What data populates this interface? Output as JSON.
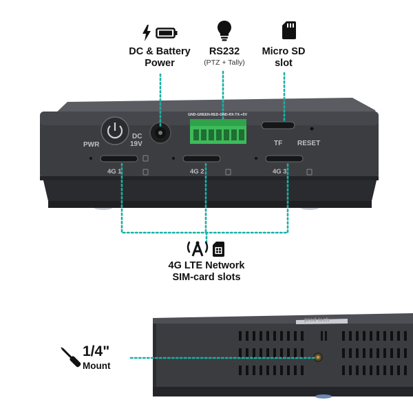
{
  "callouts": {
    "power": {
      "line1": "DC & Battery",
      "line2": "Power",
      "icons": [
        "bolt-icon",
        "battery-icon"
      ]
    },
    "rs232": {
      "title": "RS232",
      "subtitle": "(PTZ + Tally)",
      "icon": "lightbulb-icon"
    },
    "sd": {
      "line1": "Micro SD",
      "line2": "slot",
      "icon": "sd-card-icon"
    },
    "lte": {
      "line1": "4G LTE Network",
      "line2": "SIM-card slots",
      "icons": [
        "antenna-icon",
        "sim-card-icon"
      ]
    },
    "mount": {
      "size": "1/4\"",
      "label": "Mount",
      "icon": "screwdriver-icon"
    }
  },
  "device": {
    "pwr_label": "PWR",
    "dc_label_1": "DC",
    "dc_label_2": "19V",
    "pin_label": "GND-GREEN-RED-GND-RX-TX-+5V",
    "tf_label": "TF",
    "reset_label": "RESET",
    "sim_slots": [
      "4G 1",
      "4G 2",
      "4G 3"
    ],
    "logo": "prod tech"
  },
  "colors": {
    "connector_line": "#1ab0a4",
    "body": "#3b3d41",
    "terminal": "#3dbb5a"
  }
}
